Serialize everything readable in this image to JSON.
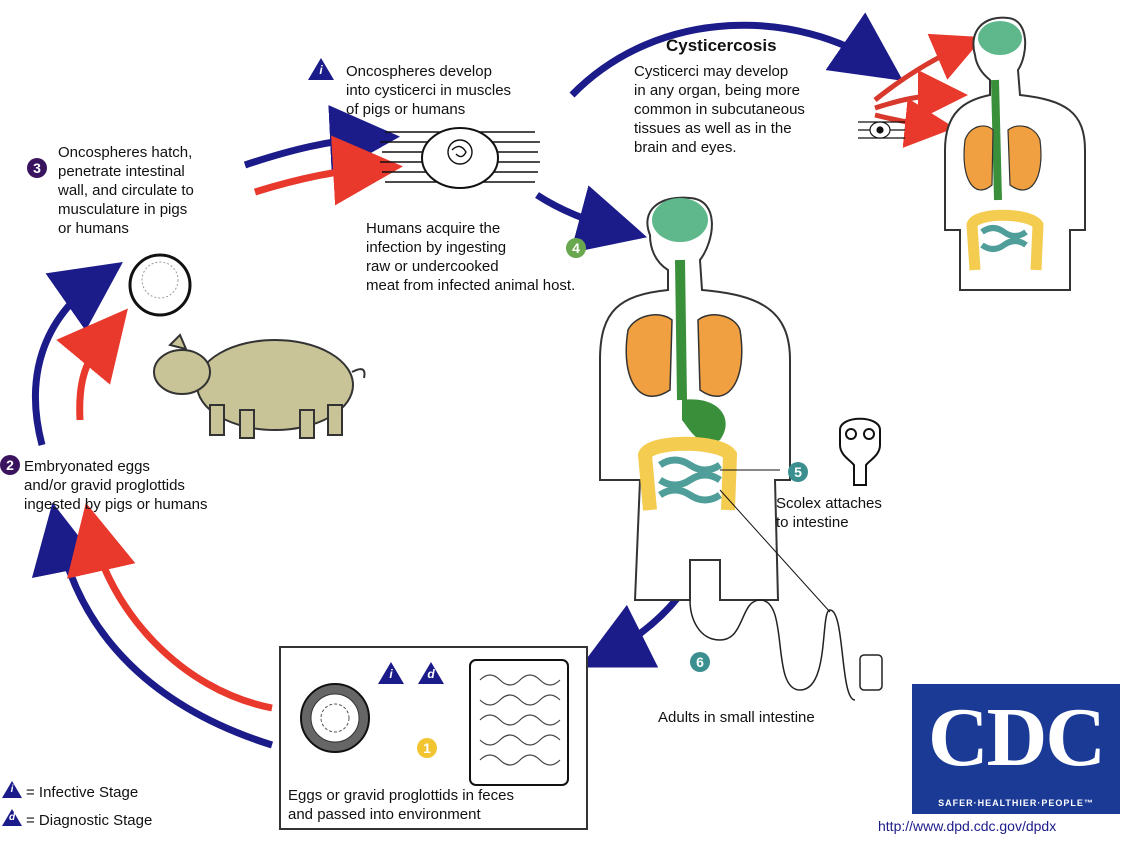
{
  "stages": {
    "s1": {
      "number": "1",
      "text": "Eggs or gravid proglottids in feces\nand passed into environment"
    },
    "s2": {
      "number": "2",
      "text": "Embryonated eggs\nand/or gravid proglottids\ningested by pigs or humans"
    },
    "s3": {
      "number": "3",
      "text": "Oncospheres hatch,\npenetrate intestinal\nwall, and circulate to\nmusculature in pigs\nor humans"
    },
    "s_i": {
      "text": "Oncospheres develop\ninto cysticerci in muscles\nof pigs or humans"
    },
    "s4": {
      "number": "4",
      "text": "Humans acquire the\ninfection by ingesting\nraw or undercooked\nmeat from infected animal host."
    },
    "s5": {
      "number": "5",
      "text": "Scolex attaches\nto intestine"
    },
    "s6": {
      "number": "6",
      "text": "Adults in small intestine"
    }
  },
  "cysticercosis": {
    "title": "Cysticercosis",
    "text": "Cysticerci may develop\nin any organ, being more\ncommon in subcutaneous\ntissues as well as in the\nbrain and eyes."
  },
  "legend": {
    "infective_symbol": "i",
    "infective_label": "= Infective Stage",
    "diagnostic_symbol": "d",
    "diagnostic_label": "= Diagnostic Stage"
  },
  "cdc": {
    "logo_text": "CDC",
    "tagline": "SAFER·HEALTHIER·PEOPLE™",
    "url": "http://www.dpd.cdc.gov/dpdx"
  },
  "colors": {
    "navy": "#1b1b8a",
    "red": "#e8392c",
    "purple_badge": "#3b1460",
    "green_badge": "#6aa84f",
    "teal_badge": "#3c8f8f",
    "yellow_badge": "#f2c530",
    "brain": "#5fb88c",
    "lungs": "#f0a040",
    "intestine_large": "#f4cc50",
    "intestine_small": "#4f9e9a",
    "pig": "#c9c497"
  }
}
